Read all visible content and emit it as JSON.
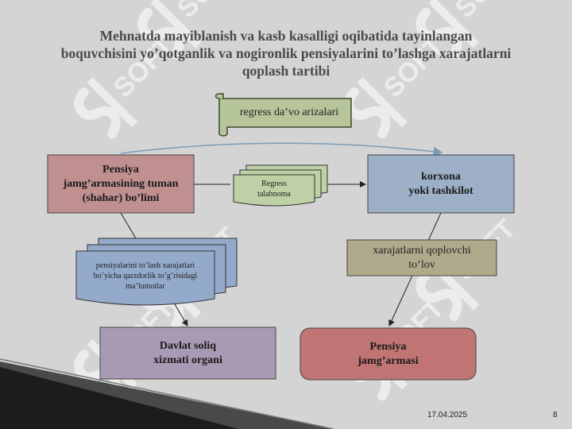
{
  "title": {
    "line1": "Mehnatda mayiblanish va kasb kasalligi oqibatida tayinlangan",
    "line2": "boquvchisini yo’qotganlik va nogironlik pensiyalarini to’lashga xarajatlarni",
    "line3": "qoplash tartibi"
  },
  "scroll_label": "regress da’vo arizalari",
  "pension_department": {
    "line1": "Pensiya",
    "line2": "jamg’armasining tuman",
    "line3": "(shahar) bo’limi"
  },
  "enterprise": {
    "line1": "korxona",
    "line2": "yoki tashkilot"
  },
  "regress_claim": {
    "line1": "Regress",
    "line2": "talabnoma"
  },
  "debt_info": {
    "line1": "pensiyalarini to’lash xarajatlari",
    "line2": "bo’yicha qarzdorlik to’g’risidagi",
    "line3": "ma’lumotlar"
  },
  "reimbursement": {
    "line1": "xarajatlarni qoplovchi",
    "line2": "to’lov"
  },
  "tax_service": {
    "line1": "Davlat soliq",
    "line2": "xizmati organi"
  },
  "pension_fund": {
    "line1": "Pensiya",
    "line2": "jamg’armasi"
  },
  "footer": {
    "date": "17.04.2025",
    "page": "8"
  },
  "colors": {
    "background": "#d4d4d4",
    "pension_department": "#c09090",
    "enterprise": "#9db0c8",
    "reimbursement": "#b0aa8c",
    "tax_service": "#a89ab4",
    "pension_fund": "#c17474",
    "scroll": "#b7c59b",
    "watermark": "#ffffff"
  }
}
